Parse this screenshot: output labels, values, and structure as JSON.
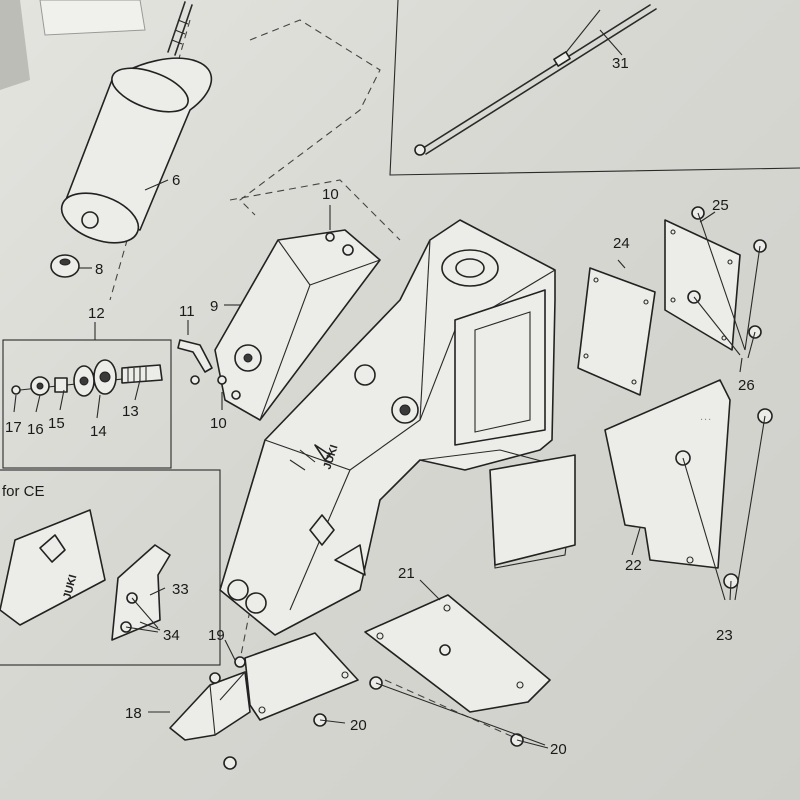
{
  "callouts": {
    "c6": "6",
    "c8": "8",
    "c9": "9",
    "c10a": "10",
    "c10b": "10",
    "c11": "11",
    "c12": "12",
    "c13": "13",
    "c14": "14",
    "c15": "15",
    "c16": "16",
    "c17": "17",
    "c18": "18",
    "c19": "19",
    "c20a": "20",
    "c20b": "20",
    "c21": "21",
    "c22": "22",
    "c23": "23",
    "c24": "24",
    "c25": "25",
    "c26": "26",
    "c31": "31",
    "c33": "33",
    "c34": "34"
  },
  "ce_box_label": "for CE",
  "logo_text": "JUKI"
}
